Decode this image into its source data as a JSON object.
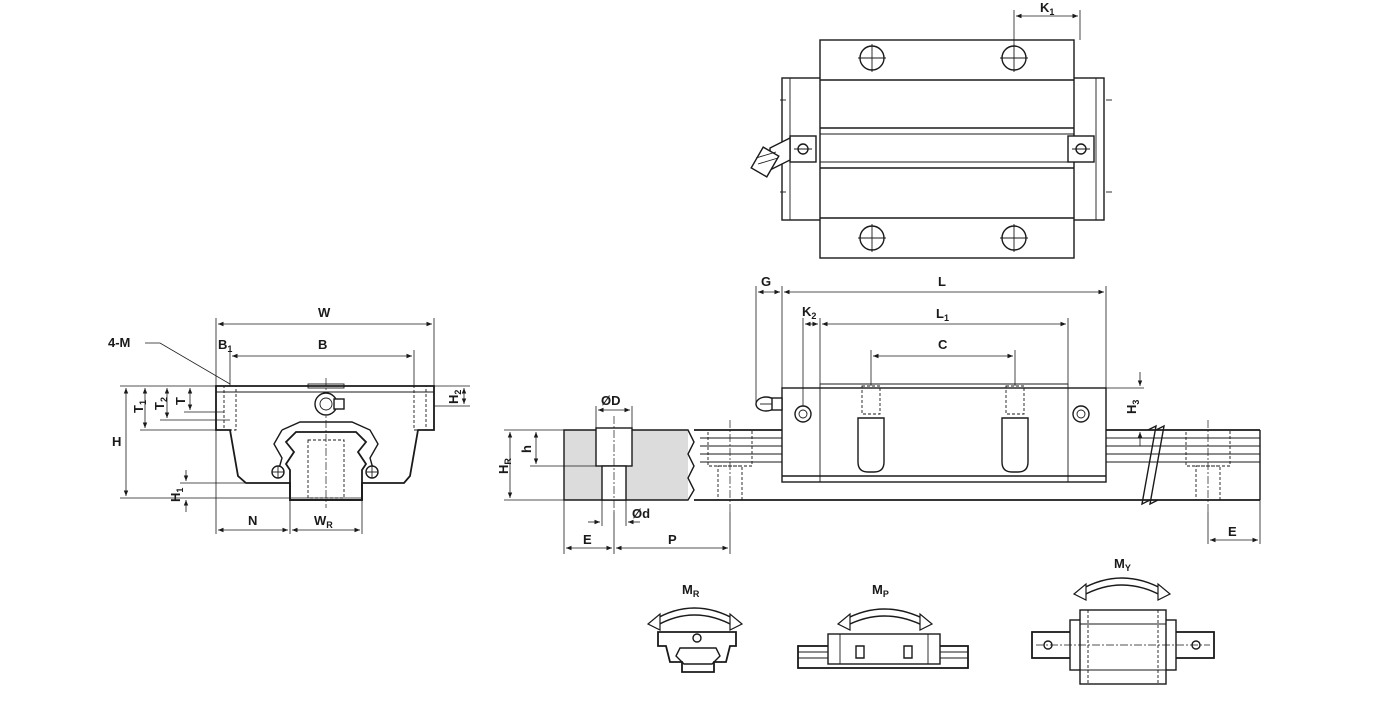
{
  "front_view": {
    "label_W": "W",
    "label_B": "B",
    "label_B1": "B",
    "label_B1_sub": "1",
    "label_4M": "4-M",
    "label_H": "H",
    "label_H1": "H",
    "label_H1_sub": "1",
    "label_H2": "H",
    "label_H2_sub": "2",
    "label_T": "T",
    "label_T1": "T",
    "label_T1_sub": "1",
    "label_T2": "T",
    "label_T2_sub": "2",
    "label_N": "N",
    "label_WR": "W",
    "label_WR_sub": "R"
  },
  "top_view": {
    "label_K1": "K",
    "label_K1_sub": "1"
  },
  "side_view": {
    "label_G": "G",
    "label_L": "L",
    "label_L1": "L",
    "label_L1_sub": "1",
    "label_K2": "K",
    "label_K2_sub": "2",
    "label_C": "C",
    "label_H3": "H",
    "label_H3_sub": "3",
    "label_D": "ØD",
    "label_d": "Ød",
    "label_h": "h",
    "label_HR": "H",
    "label_HR_sub": "R",
    "label_E_left": "E",
    "label_P": "P",
    "label_E_right": "E"
  },
  "moments": {
    "label_MR": "M",
    "label_MR_sub": "R",
    "label_MP": "M",
    "label_MP_sub": "P",
    "label_MY": "M",
    "label_MY_sub": "Y"
  }
}
